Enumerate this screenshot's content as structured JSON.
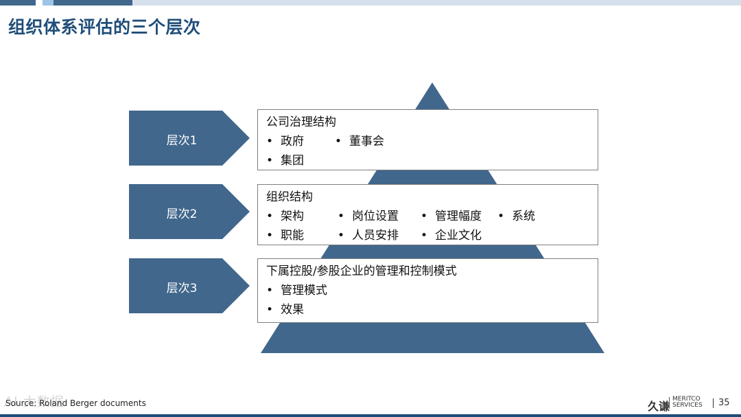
{
  "title": "组织体系评估的三个层次",
  "colors": {
    "accent": "#41678c",
    "title": "#1f4e79"
  },
  "levels": [
    {
      "label": "层次1",
      "heading": "公司治理结构",
      "rows": [
        [
          "政府",
          "董事会"
        ],
        [
          "集团"
        ]
      ]
    },
    {
      "label": "层次2",
      "heading": "组织结构",
      "rows": [
        [
          "架构",
          "岗位设置",
          "管理幅度",
          "系统"
        ],
        [
          "职能",
          "人员安排",
          "企业文化"
        ]
      ]
    },
    {
      "label": "层次3",
      "heading": "下属控股/参股企业的管理和控制模式",
      "rows": [
        [
          "管理模式"
        ],
        [
          "效果"
        ]
      ]
    }
  ],
  "bullet": "•",
  "footer": {
    "source": "Source: Roland Berger documents",
    "watermark": "AI 大数据",
    "logo_cn": "久谦",
    "logo_en_1": "MERITCO",
    "logo_en_2": "SERVICES",
    "page_number": "35"
  }
}
